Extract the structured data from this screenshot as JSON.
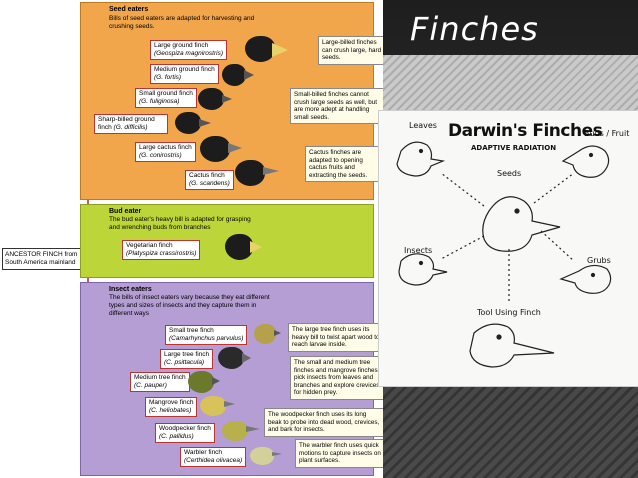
{
  "slide_title": "Finches",
  "tree": {
    "ancestor": "ANCESTOR FINCH from South America mainland",
    "seed_eaters": {
      "title": "Seed eaters",
      "description": "Bills of seed eaters are adapted for harvesting and crushing seeds.",
      "species": [
        {
          "name": "Large ground finch",
          "sci": "(Geospiza magnirostris)"
        },
        {
          "name": "Medium ground finch",
          "sci": "(G. fortis)"
        },
        {
          "name": "Small ground finch",
          "sci": "(G. fuliginosa)"
        },
        {
          "name": "Sharp-billed ground finch",
          "sci": "(G. difficilis)"
        },
        {
          "name": "Large cactus finch",
          "sci": "(G. conirostris)"
        },
        {
          "name": "Cactus finch",
          "sci": "(G. scandens)"
        }
      ],
      "notes": [
        "Large-billed finches can crush large, hard seeds.",
        "Small-billed finches cannot crush large seeds as well, but are more adept at handling small seeds.",
        "Cactus finches are adapted to opening cactus fruits and extracting the seeds."
      ]
    },
    "bud_eater": {
      "title": "Bud eater",
      "description": "The bud eater's heavy bill is adapted for grasping and wrenching buds from branches",
      "species": [
        {
          "name": "Vegetarian finch",
          "sci": "(Platyspiza crassirostris)"
        }
      ]
    },
    "insect_eaters": {
      "title": "Insect eaters",
      "description": "The bills of insect eaters vary because they eat different types and sizes of insects and they capture them in different ways",
      "species": [
        {
          "name": "Small tree finch",
          "sci": "(Camarhynchus parvulus)"
        },
        {
          "name": "Large tree finch",
          "sci": "(C. psittacula)"
        },
        {
          "name": "Medium tree finch",
          "sci": "(C. pauper)"
        },
        {
          "name": "Mangrove finch",
          "sci": "(C. heliobates)"
        },
        {
          "name": "Woodpecker finch",
          "sci": "(C. pallidus)"
        },
        {
          "name": "Warbler finch",
          "sci": "(Certhidea olivacea)"
        }
      ],
      "notes": [
        "The large tree finch uses its heavy bill to twist apart wood to reach larvae inside.",
        "The small and medium tree finches and mangrove finches pick insects from leaves and branches and explore crevices for hidden prey.",
        "The woodpecker finch uses its long beak to probe into dead wood, crevices, and bark for insects.",
        "The warbler finch uses quick motions to capture insects on plant surfaces."
      ]
    }
  },
  "sketch": {
    "title": "Darwin's Finches",
    "subtitle": "ADAPTIVE RADIATION",
    "labels": {
      "leaves": "Leaves",
      "buds": "Buds / Fruit",
      "seeds": "Seeds",
      "insects": "Insects",
      "grubs": "Grubs",
      "tool": "Tool Using Finch"
    }
  },
  "colors": {
    "seed_band": "#f2a64c",
    "bud_band": "#bcd63a",
    "insect_band": "#b49ed4",
    "branch_line": "#b33333"
  }
}
